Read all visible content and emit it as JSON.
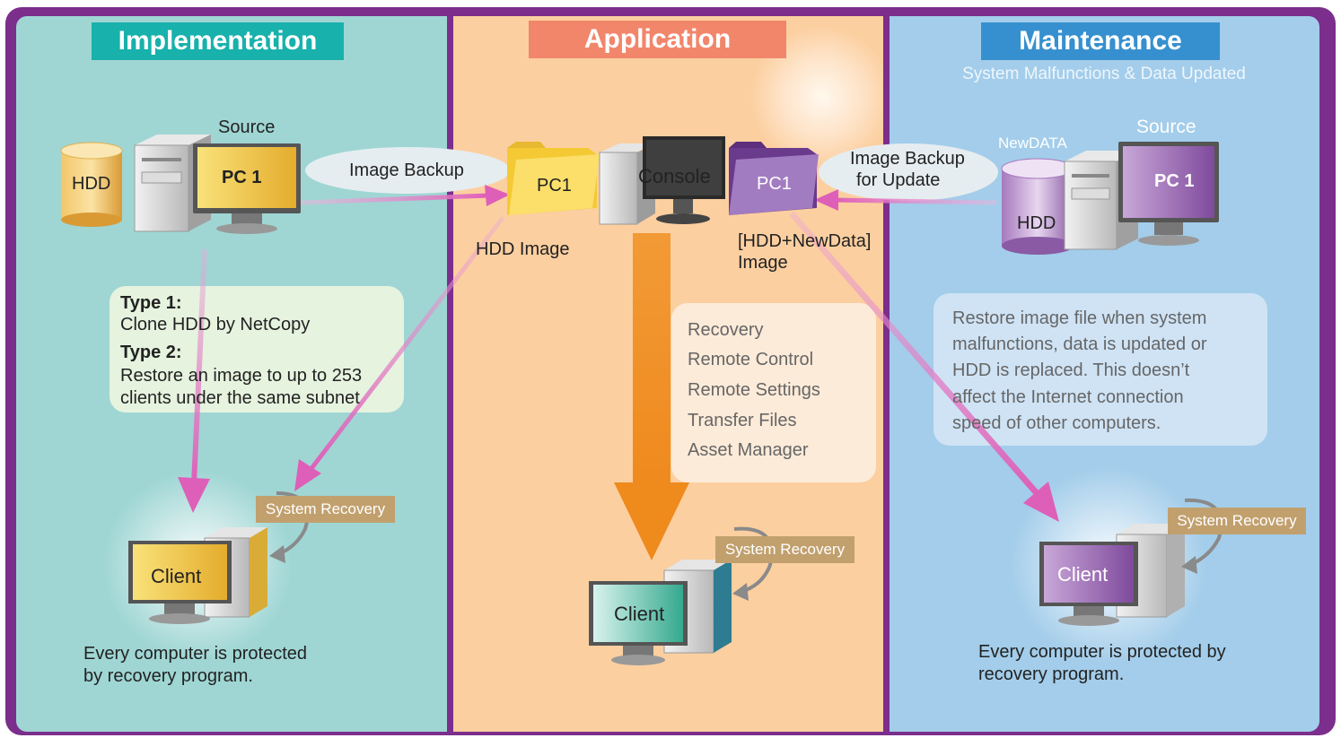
{
  "columns": {
    "implementation": {
      "header": "Implementation",
      "source_label": "Source",
      "hdd_label": "HDD",
      "pc_label": "PC 1",
      "arrow_label": "Image Backup",
      "type1_title": "Type 1:",
      "type1_text": "Clone HDD by NetCopy",
      "type2_title": "Type 2:",
      "type2_line1": "Restore an image to up to 253",
      "type2_line2": "clients under the same subnet",
      "system_recovery": "System Recovery",
      "client_label": "Client",
      "footer_line1": "Every computer is protected",
      "footer_line2": "by recovery program."
    },
    "application": {
      "header": "Application",
      "folder_left_label": "PC1",
      "console_label": "Console",
      "folder_right_label": "PC1",
      "hdd_image_label": "HDD Image",
      "newdata_line1": "[HDD+NewData]",
      "newdata_line2": "Image",
      "menu": [
        "Recovery",
        "Remote Control",
        "Remote Settings",
        "Transfer Files",
        "Asset Manager"
      ],
      "system_recovery": "System Recovery",
      "client_label": "Client"
    },
    "maintenance": {
      "header": "Maintenance",
      "subtitle": "System Malfunctions & Data Updated",
      "newdata_label": "NewDATA",
      "source_label": "Source",
      "hdd_label": "HDD",
      "pc_label": "PC 1",
      "arrow_line1": "Image Backup",
      "arrow_line2": "for Update",
      "desc_lines": [
        "Restore image file when system",
        "malfunctions, data is updated or",
        "HDD is replaced. This doesn’t",
        "affect the Internet connection",
        "speed of other computers."
      ],
      "system_recovery": "System Recovery",
      "client_label": "Client",
      "footer_line1": "Every computer is protected by",
      "footer_line2": "recovery program."
    }
  },
  "colors": {
    "frame": "#7b2e8c",
    "implementation_bg": "#9fd6d4",
    "application_bg": "#fccfa0",
    "maintenance_bg": "#a3cdea",
    "arrow_pink": "#e07ac2",
    "arrow_orange": "#f39a2b",
    "recovery_tag": "#c1a06e"
  },
  "icons": [
    "hdd-cylinder-icon",
    "pc-tower-icon",
    "monitor-icon",
    "folder-icon",
    "down-arrow-icon",
    "refresh-loop-icon"
  ]
}
